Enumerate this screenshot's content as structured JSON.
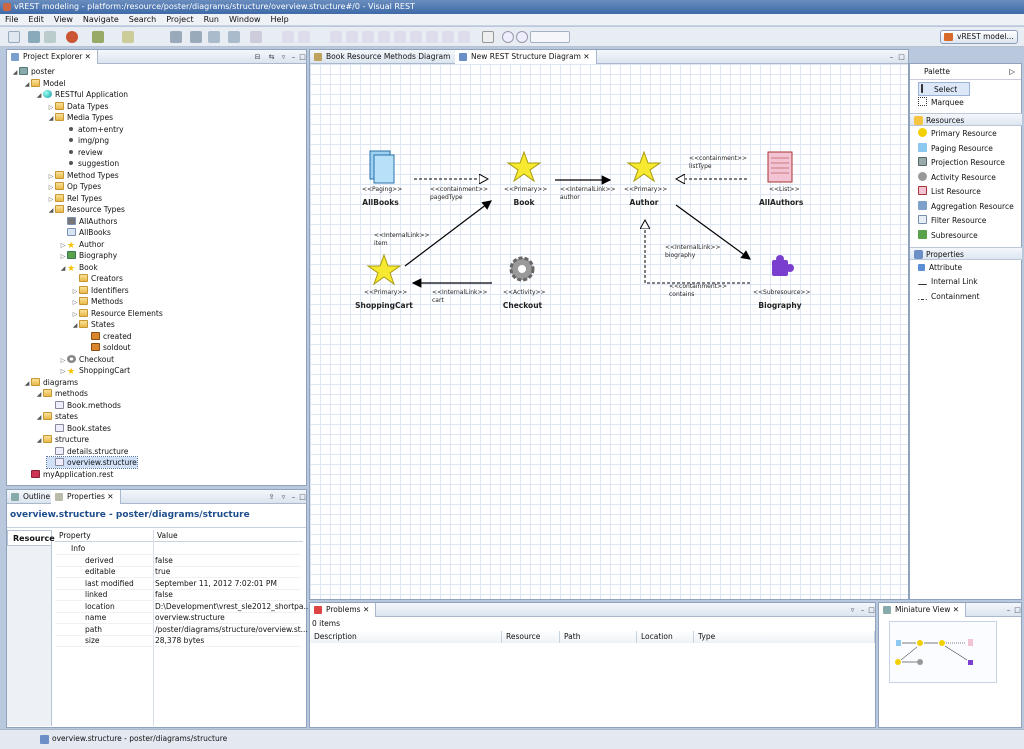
{
  "window": {
    "title": "vREST modeling - platform:/resource/poster/diagrams/structure/overview.structure#/0 - Visual REST"
  },
  "menu": [
    "File",
    "Edit",
    "View",
    "Navigate",
    "Search",
    "Project",
    "Run",
    "Window",
    "Help"
  ],
  "perspective_button": "vREST model...",
  "project_explorer": {
    "tab": "Project Explorer",
    "nodes": [
      {
        "label": "poster",
        "icon": "proj-icon",
        "expanded": "yes"
      },
      {
        "label": "Model",
        "icon": "folder-icon",
        "expanded": "yes"
      },
      {
        "label": "RESTful Application",
        "icon": "globe-icon",
        "expanded": "yes"
      },
      {
        "label": "Data Types",
        "icon": "folder-icon",
        "expanded": "no"
      },
      {
        "label": "Media Types",
        "icon": "folder-icon",
        "expanded": "yes"
      },
      {
        "label": "atom+entry",
        "icon": "bullet-icon",
        "expanded": ""
      },
      {
        "label": "img/png",
        "icon": "bullet-icon",
        "expanded": ""
      },
      {
        "label": "review",
        "icon": "bullet-icon",
        "expanded": ""
      },
      {
        "label": "suggestion",
        "icon": "bullet-icon",
        "expanded": ""
      },
      {
        "label": "Method Types",
        "icon": "folder-icon",
        "expanded": "no"
      },
      {
        "label": "Op Types",
        "icon": "folder-icon",
        "expanded": "no"
      },
      {
        "label": "Rel Types",
        "icon": "folder-icon",
        "expanded": "no"
      },
      {
        "label": "Resource Types",
        "icon": "folder-icon",
        "expanded": "yes"
      },
      {
        "label": "AllAuthors",
        "icon": "list-icon",
        "expanded": ""
      },
      {
        "label": "AllBooks",
        "icon": "doc-icon",
        "expanded": ""
      },
      {
        "label": "Author",
        "icon": "star-icon",
        "expanded": "no"
      },
      {
        "label": "Biography",
        "icon": "puzzle-icon",
        "expanded": "no"
      },
      {
        "label": "Book",
        "icon": "star-icon",
        "expanded": "yes"
      },
      {
        "label": "Creators",
        "icon": "folder-icon",
        "expanded": ""
      },
      {
        "label": "Identifiers",
        "icon": "folder-icon",
        "expanded": "no"
      },
      {
        "label": "Methods",
        "icon": "folder-icon",
        "expanded": "no"
      },
      {
        "label": "Resource Elements",
        "icon": "folder-icon",
        "expanded": "no"
      },
      {
        "label": "States",
        "icon": "folder-icon",
        "expanded": "yes"
      },
      {
        "label": "created",
        "icon": "state-icon",
        "expanded": ""
      },
      {
        "label": "soldout",
        "icon": "state-icon",
        "expanded": ""
      },
      {
        "label": "Checkout",
        "icon": "gear-icon",
        "expanded": "no"
      },
      {
        "label": "ShoppingCart",
        "icon": "star-icon",
        "expanded": "no"
      },
      {
        "label": "diagrams",
        "icon": "folder-icon",
        "expanded": "yes"
      },
      {
        "label": "methods",
        "icon": "folder-icon",
        "expanded": "yes"
      },
      {
        "label": "Book.methods",
        "icon": "file-icon",
        "expanded": ""
      },
      {
        "label": "states",
        "icon": "folder-icon",
        "expanded": "yes"
      },
      {
        "label": "Book.states",
        "icon": "file-icon",
        "expanded": ""
      },
      {
        "label": "structure",
        "icon": "folder-icon",
        "expanded": "yes"
      },
      {
        "label": "details.structure",
        "icon": "file-icon",
        "expanded": ""
      },
      {
        "label": "overview.structure",
        "icon": "file-icon",
        "expanded": "",
        "selected": "yes"
      },
      {
        "label": "myApplication.rest",
        "icon": "rest-icon",
        "expanded": ""
      }
    ]
  },
  "editor_tabs": [
    {
      "label": "Book Resource Methods Diagram",
      "active": "no"
    },
    {
      "label": "New REST Structure Diagram",
      "active": "yes"
    }
  ],
  "diagram": {
    "nodes": [
      {
        "id": "allbooks",
        "stereotype": "<<Paging>>",
        "name": "AllBooks",
        "shape": "paging-icon"
      },
      {
        "id": "book",
        "stereotype": "<<Primary>>",
        "name": "Book",
        "shape": "star-icon"
      },
      {
        "id": "author",
        "stereotype": "<<Primary>>",
        "name": "Author",
        "shape": "star-icon"
      },
      {
        "id": "allauthors",
        "stereotype": "<<List>>",
        "name": "AllAuthors",
        "shape": "list-icon"
      },
      {
        "id": "shoppingcart",
        "stereotype": "<<Primary>>",
        "name": "ShoppingCart",
        "shape": "star-icon"
      },
      {
        "id": "checkout",
        "stereotype": "<<Activity>>",
        "name": "Checkout",
        "shape": "gear-icon"
      },
      {
        "id": "biography",
        "stereotype": "<<Subresource>>",
        "name": "Biography",
        "shape": "puzzle-icon"
      }
    ],
    "edges": [
      {
        "stereotype": "<<containment>>",
        "name": "pagedType"
      },
      {
        "stereotype": "<<InternalLink>>",
        "name": "author"
      },
      {
        "stereotype": "<<containment>>",
        "name": "listType"
      },
      {
        "stereotype": "<<InternalLink>>",
        "name": "item"
      },
      {
        "stereotype": "<<InternalLink>>",
        "name": "cart"
      },
      {
        "stereotype": "<<InternalLink>>",
        "name": "biography"
      },
      {
        "stereotype": "<<containment>>",
        "name": "contains"
      }
    ]
  },
  "palette": {
    "title": "Palette",
    "tools": [
      "Select",
      "Marquee"
    ],
    "resources_title": "Resources",
    "resources": [
      "Primary Resource",
      "Paging Resource",
      "Projection Resource",
      "Activity Resource",
      "List Resource",
      "Aggregation Resource",
      "Filter Resource",
      "Subresource"
    ],
    "properties_title": "Properties",
    "properties": [
      "Attribute",
      "Internal Link",
      "Containment"
    ]
  },
  "bottom_left_tabs": [
    "Outline",
    "Properties"
  ],
  "properties_view": {
    "title": "overview.structure - poster/diagrams/structure",
    "side_tab": "Resource",
    "col_property": "Property",
    "col_value": "Value",
    "group": "Info",
    "rows": [
      {
        "k": "derived",
        "v": "false"
      },
      {
        "k": "editable",
        "v": "true"
      },
      {
        "k": "last modified",
        "v": "September 11, 2012 7:02:01 PM"
      },
      {
        "k": "linked",
        "v": "false"
      },
      {
        "k": "location",
        "v": "D:\\Development\\vrest_sle2012_shortpa..."
      },
      {
        "k": "name",
        "v": "overview.structure"
      },
      {
        "k": "path",
        "v": "/poster/diagrams/structure/overview.st..."
      },
      {
        "k": "size",
        "v": "28,378  bytes"
      }
    ]
  },
  "problems": {
    "tab": "Problems",
    "count": "0 items",
    "columns": [
      "Description",
      "Resource",
      "Path",
      "Location",
      "Type"
    ]
  },
  "miniature": {
    "tab": "Miniature View"
  },
  "status": {
    "text": "overview.structure - poster/diagrams/structure"
  }
}
